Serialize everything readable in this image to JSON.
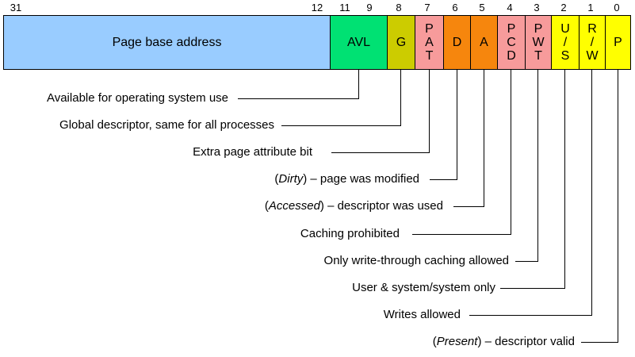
{
  "palette": {
    "page_base_blue": "#99CCFF",
    "avl_green": "#00E173",
    "g_olive": "#CCCC00",
    "attr_pink": "#F79B9B",
    "da_orange": "#F6860D",
    "flag_yellow": "#FFFF00",
    "line_black": "#000000",
    "background": "#FFFFFF"
  },
  "bits": {
    "b31": "31",
    "b12": "12",
    "b11": "11",
    "b9": "9",
    "b8": "8",
    "b7": "7",
    "b6": "6",
    "b5": "5",
    "b4": "4",
    "b3": "3",
    "b2": "2",
    "b1": "1",
    "b0": "0"
  },
  "fields": {
    "page_base": "Page base address",
    "avl": "AVL",
    "g": "G",
    "pat": "P\nA\nT",
    "d": "D",
    "a": "A",
    "pcd": "P\nC\nD",
    "pwt": "P\nW\nT",
    "us": "U\n/\nS",
    "rw": "R\n/\nW",
    "p": "P"
  },
  "annotations": [
    {
      "pre": "Available for operating system use",
      "em": "",
      "post": ""
    },
    {
      "pre": "Global descriptor, same for all processes",
      "em": "",
      "post": ""
    },
    {
      "pre": "Extra page attribute bit",
      "em": "",
      "post": ""
    },
    {
      "pre": "(",
      "em": "Dirty",
      "post": ") – page was modified"
    },
    {
      "pre": "(",
      "em": "Accessed",
      "post": ") – descriptor was used"
    },
    {
      "pre": "Caching prohibited",
      "em": "",
      "post": ""
    },
    {
      "pre": "Only write-through caching allowed",
      "em": "",
      "post": ""
    },
    {
      "pre": "User & system/system only",
      "em": "",
      "post": ""
    },
    {
      "pre": "Writes allowed",
      "em": "",
      "post": ""
    },
    {
      "pre": "(",
      "em": "Present",
      "post": ") – descriptor valid"
    }
  ]
}
